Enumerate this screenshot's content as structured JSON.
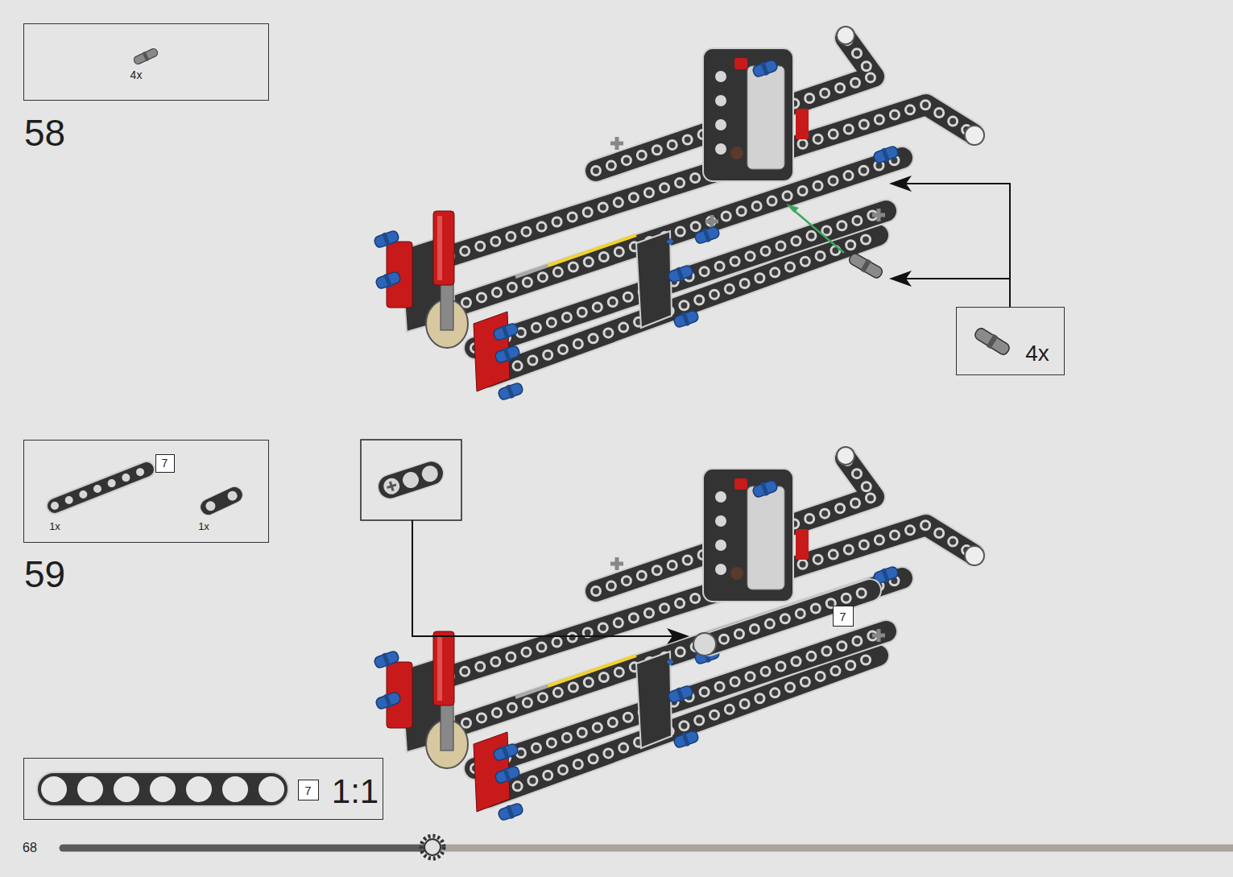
{
  "diagram": {
    "nodes": [
      {
        "text": [
          "4x"
        ]
      },
      {
        "text": [
          "4x"
        ]
      },
      {
        "text": [
          "1x",
          "1x"
        ]
      },
      {
        "text": [
          "7"
        ],
        "in": 2
      },
      {
        "text": [
          "7"
        ]
      },
      {
        "text": [
          "1:1"
        ]
      },
      {
        "text": [
          "7"
        ],
        "in": 5
      }
    ],
    "labels": [
      "58",
      "59",
      "68"
    ]
  }
}
